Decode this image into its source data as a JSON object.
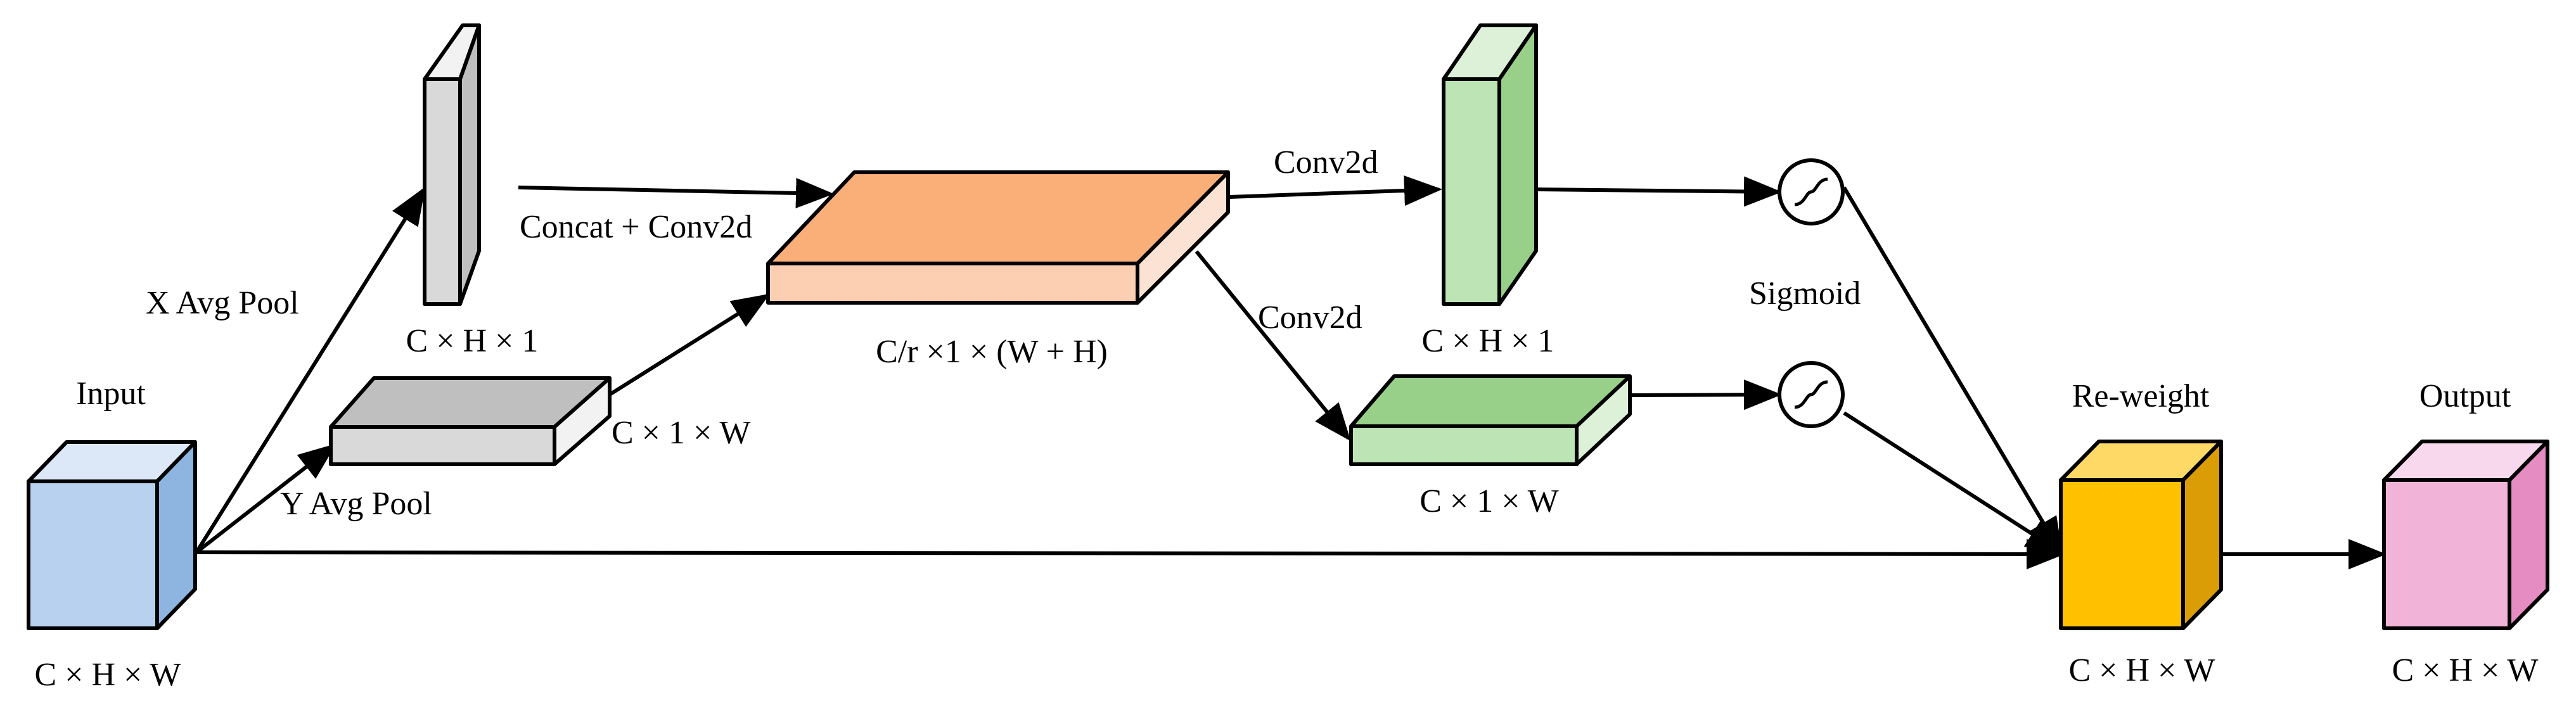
{
  "nodes": {
    "input": {
      "title": "Input",
      "shape": "C × H × W",
      "colors": {
        "front": "#B8D1EE",
        "top": "#DCE8F7",
        "side": "#8EB5DF"
      }
    },
    "x_pool": {
      "shape": "C × H × 1",
      "colors": {
        "front": "#D9D9D9",
        "top": "#F2F2F2",
        "side": "#BFBFBF"
      }
    },
    "y_pool": {
      "shape": "C × 1 × W",
      "colors": {
        "front": "#D9D9D9",
        "top": "#BFBFBF",
        "side": "#F2F2F2"
      }
    },
    "concat": {
      "shape": "C/r ×1 × (W + H)",
      "colors": {
        "front": "#FCCFB2",
        "top": "#FAAE78",
        "side": "#FCE2D2"
      }
    },
    "h_attn": {
      "shape": "C × H × 1",
      "colors": {
        "front": "#BCE4B5",
        "top": "#DCF1D8",
        "side": "#98D08A"
      }
    },
    "w_attn": {
      "shape": "C × 1 × W",
      "colors": {
        "front": "#BCE4B5",
        "top": "#98D08A",
        "side": "#DCF1D8"
      }
    },
    "reweight": {
      "title": "Re-weight",
      "shape": "C × H × W",
      "colors": {
        "front": "#FFC000",
        "top": "#FFD966",
        "side": "#DA9D06"
      }
    },
    "output": {
      "title": "Output",
      "shape": "C × H × W",
      "colors": {
        "front": "#F2B3D9",
        "top": "#F8D8EC",
        "side": "#E58CC2"
      }
    }
  },
  "edges": {
    "x_avg_pool": "X Avg Pool",
    "y_avg_pool": "Y Avg Pool",
    "concat_conv": "Concat + Conv2d",
    "conv2d_top": "Conv2d",
    "conv2d_bottom": "Conv2d",
    "sigmoid": "Sigmoid"
  }
}
